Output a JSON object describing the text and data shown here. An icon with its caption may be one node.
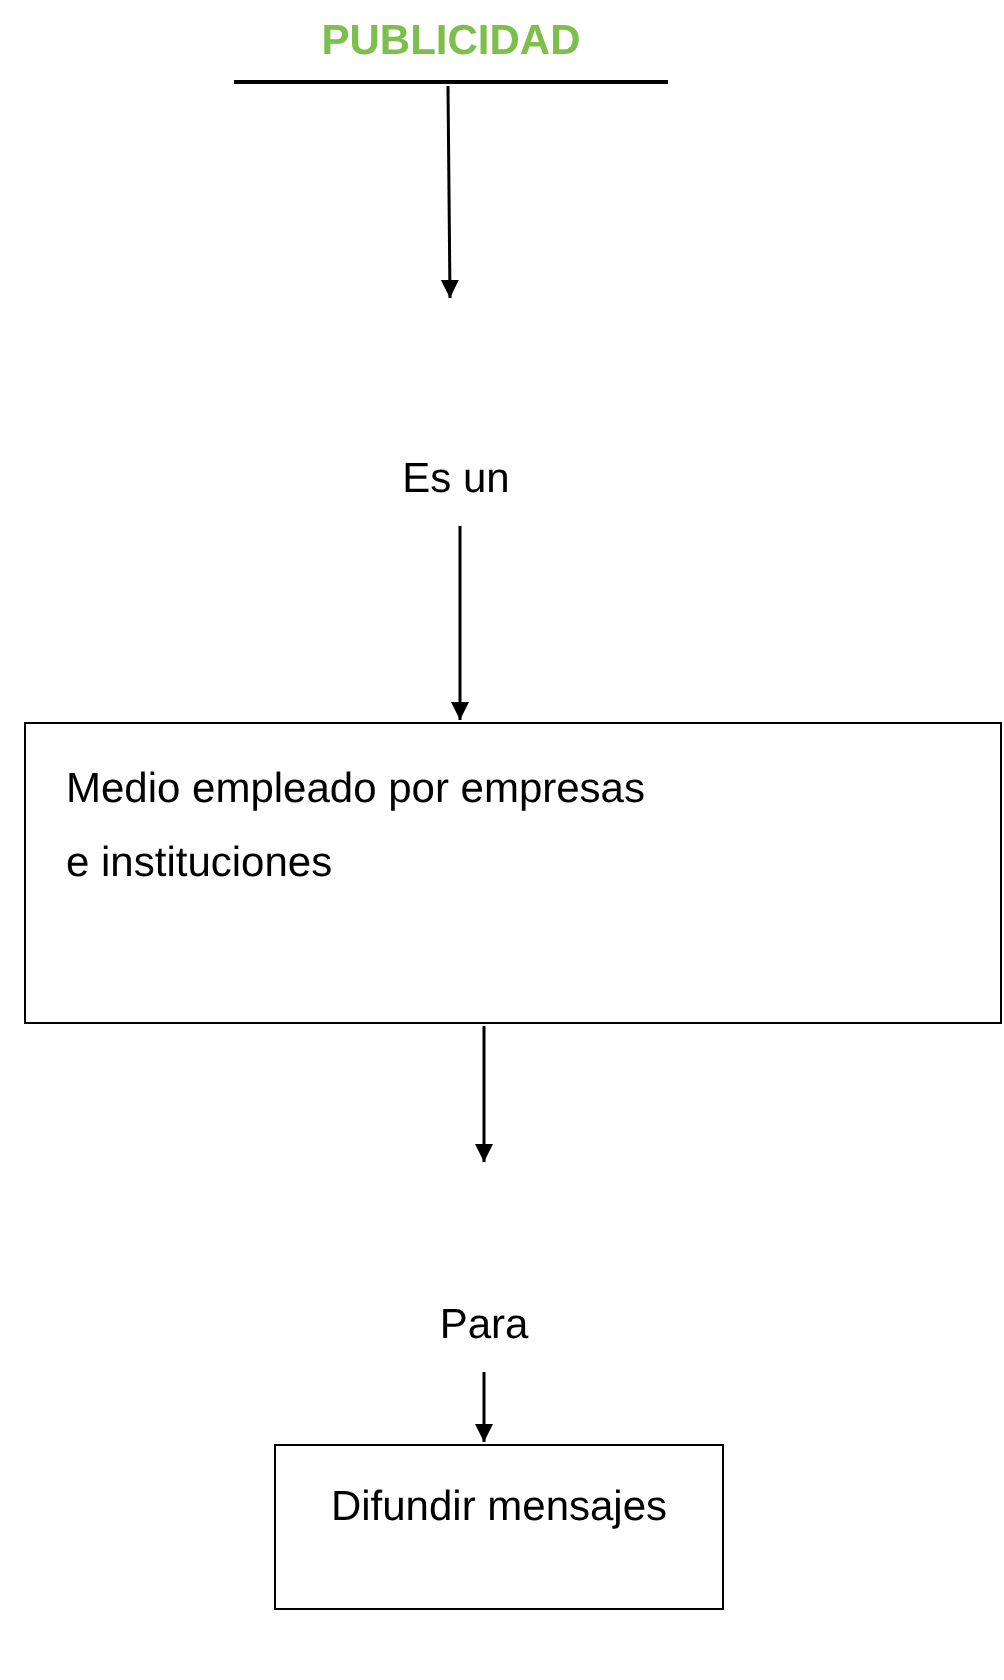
{
  "diagram": {
    "nodes": [
      {
        "text": [
          "PUBLICIDAD"
        ]
      },
      {
        "text": [
          "Es un"
        ]
      },
      {
        "text": [
          "Medio empleado por empresas e instituciones"
        ]
      },
      {
        "text": [
          "Para"
        ]
      },
      {
        "text": [
          "Difundir mensajes"
        ]
      }
    ],
    "edges": [
      {
        "from": 0,
        "to": 1,
        "arrow": "to"
      },
      {
        "from": 1,
        "to": 2,
        "arrow": "to"
      },
      {
        "from": 2,
        "to": 3,
        "arrow": "to"
      },
      {
        "from": 3,
        "to": 4,
        "arrow": "to"
      }
    ]
  }
}
